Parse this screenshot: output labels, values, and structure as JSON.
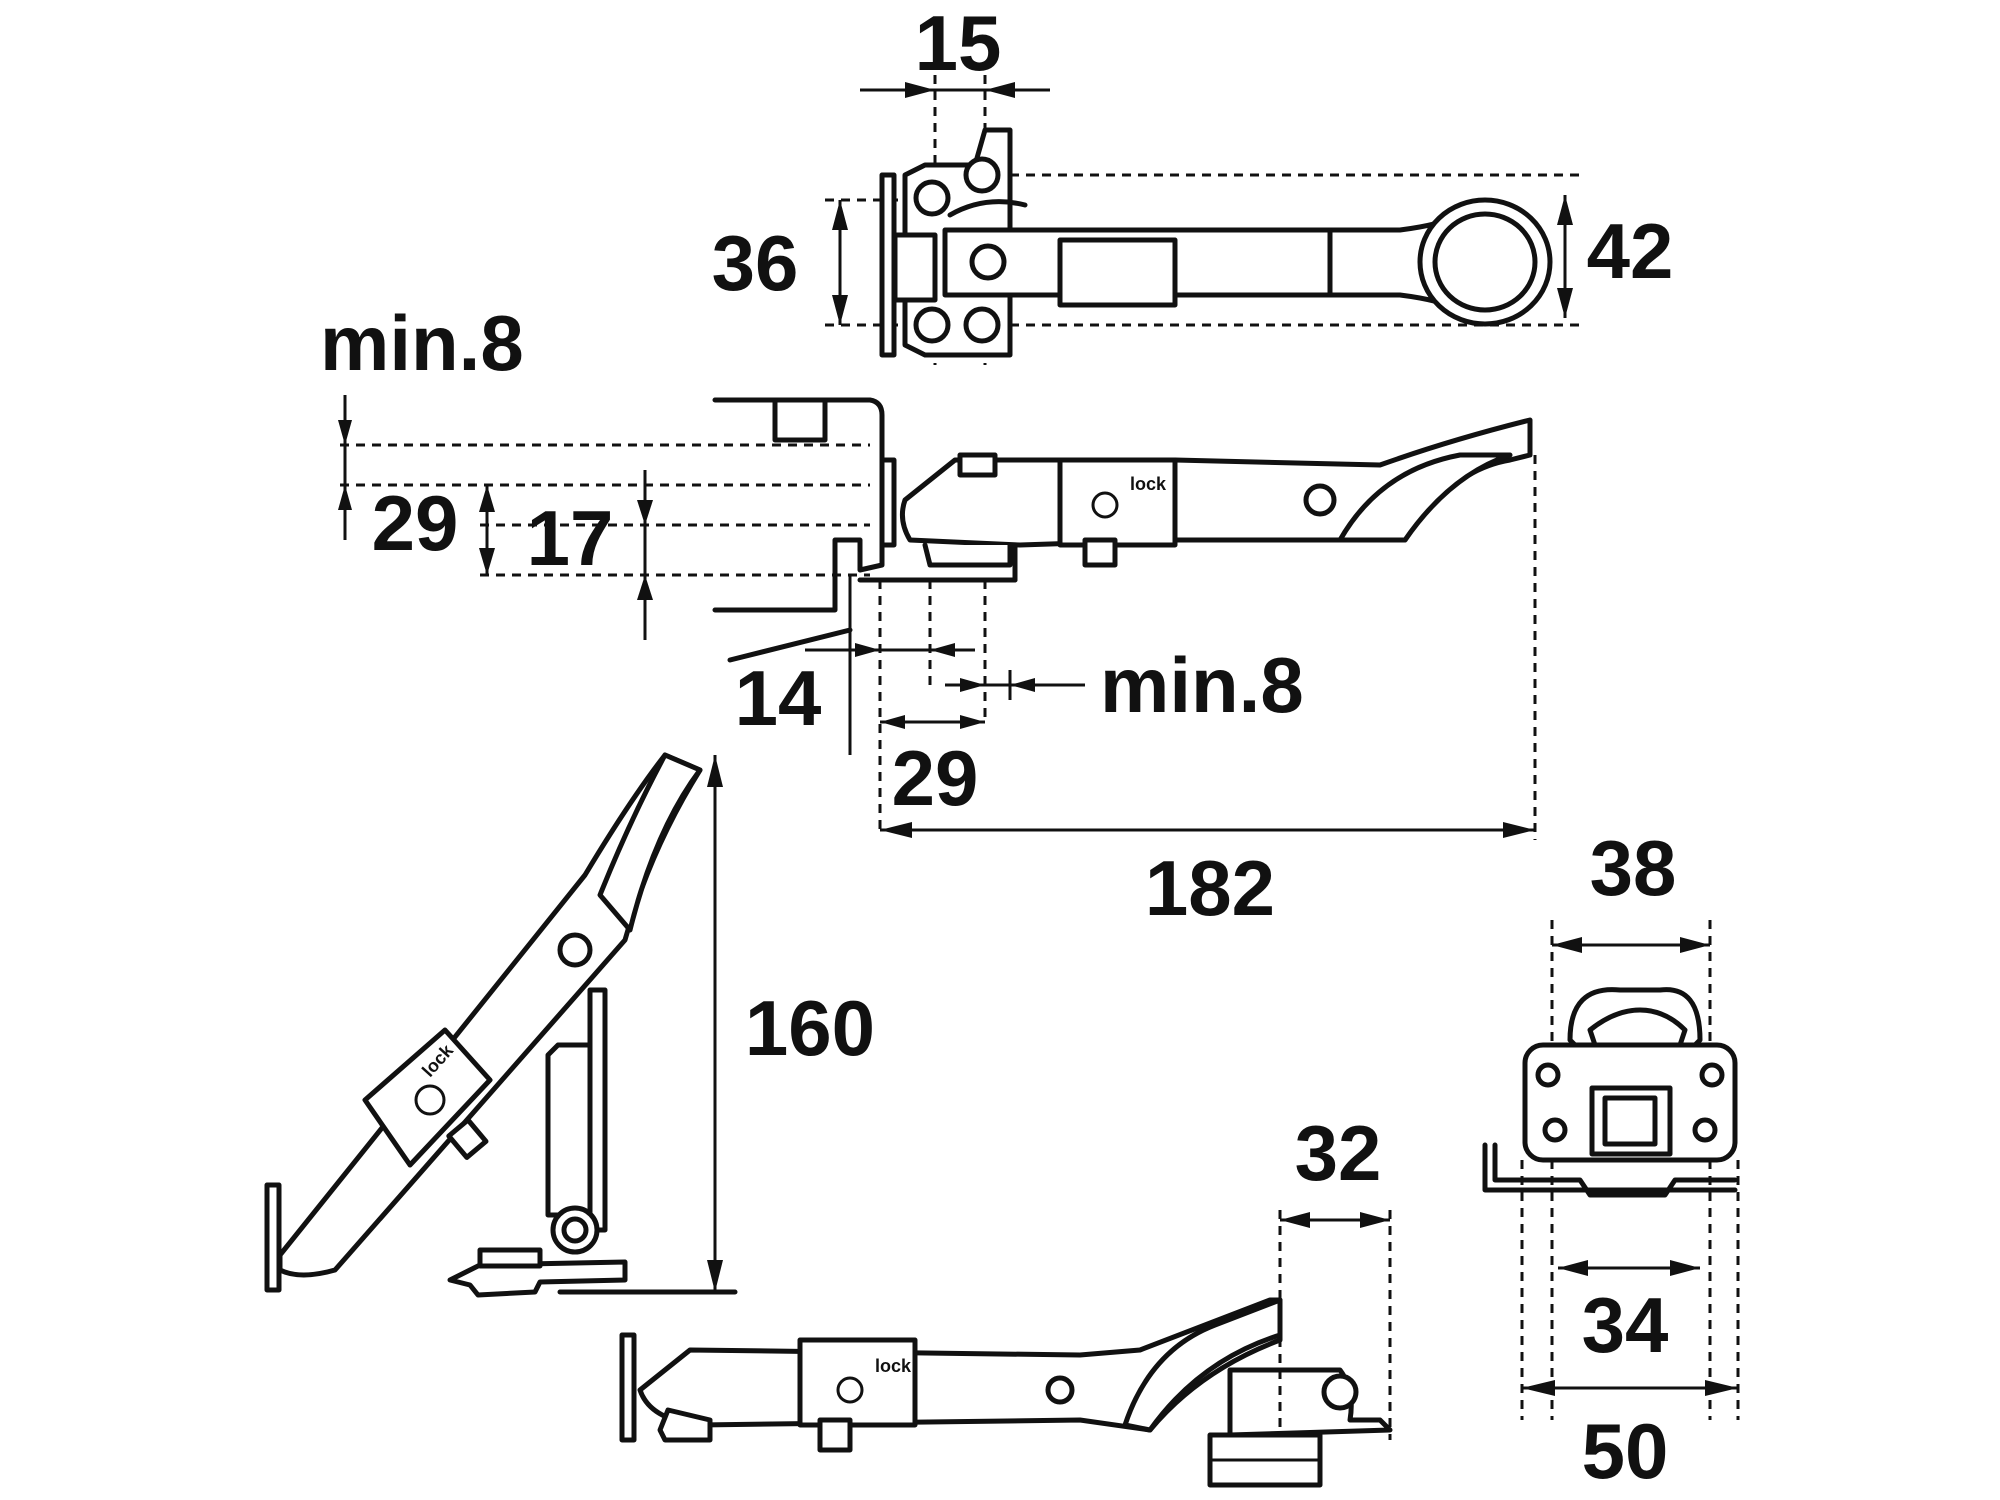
{
  "colors": {
    "line": "#111111",
    "background": "#ffffff"
  },
  "dimensions": {
    "top_width": "15",
    "top_left_height": "36",
    "top_right_height": "42",
    "side_min_gap_top": "min.8",
    "side_left_29": "29",
    "side_left_17": "17",
    "side_bottom_14": "14",
    "side_bottom_min8": "min.8",
    "side_bottom_29": "29",
    "side_total_length": "182",
    "open_height": "160",
    "closed_right_32": "32",
    "end_top_38": "38",
    "end_mid_34": "34",
    "end_bottom_50": "50"
  },
  "labels": {
    "lock_text": "lock"
  }
}
